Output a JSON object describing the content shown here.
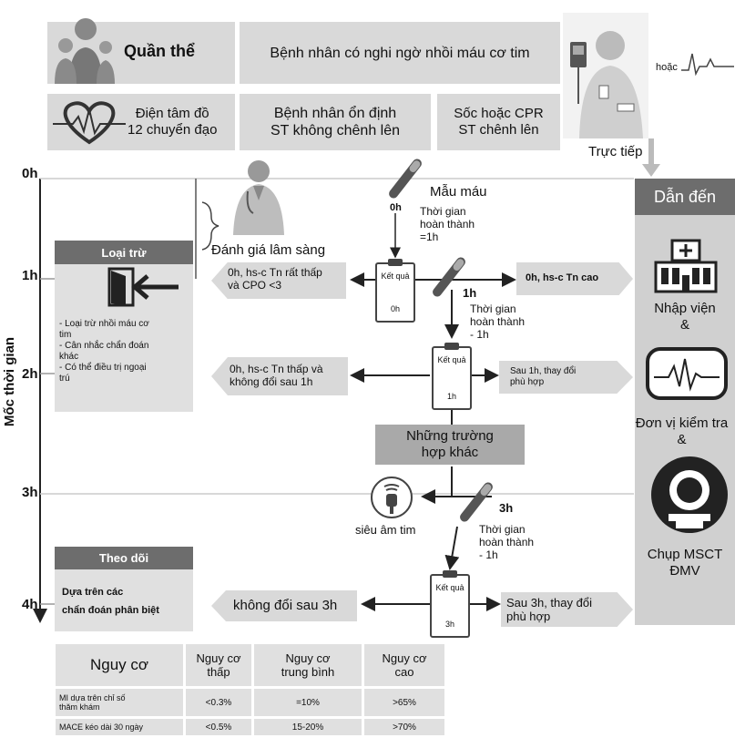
{
  "header": {
    "population_label": "Quần thể",
    "population_desc": "Bệnh nhân có nghi ngờ nhồi máu cơ tim",
    "or_label": "hoặc",
    "ecg_label": "Điện tâm đồ\n12 chuyển đạo",
    "stable_label": "Bệnh nhân ổn định\nST không chênh lên",
    "shock_label": "Sốc hoặc CPR\nST chênh lên",
    "direct_label": "Trực tiếp"
  },
  "timeline": {
    "axis_label": "Mốc thời gian",
    "ticks": [
      "0h",
      "1h",
      "2h",
      "3h",
      "4h"
    ]
  },
  "flow": {
    "blood_sample": "Mẫu máu",
    "t0": "0h",
    "completion_time_0": "Thời gian\nhoàn thành\n=1h",
    "clinical_eval": "Đánh giá lâm sàng",
    "result_label": "Kết quả",
    "result_0h": "0h",
    "result_1h": "1h",
    "result_3h": "3h",
    "t1": "1h",
    "completion_time_1": "Thời gian\nhoàn thành\n- 1h",
    "t3": "3h",
    "completion_time_3": "Thời gian\nhoàn thành\n- 1h",
    "left_1h": "0h, hs-c Tn rất thấp\nvà CPO <3",
    "right_1h": "0h, hs-c Tn cao",
    "left_2h": "0h, hs-c Tn thấp và\nkhông đổi sau 1h",
    "right_2h": "Sau 1h, thay đổi\nphù hợp",
    "other_cases": "Những trường\nhợp khác",
    "echo": "siêu âm tim",
    "left_4h": "không đổi sau 3h",
    "right_4h": "Sau 3h, thay đổi\nphù hợp"
  },
  "rule_out": {
    "title": "Loại trừ",
    "bullets": "- Loại trừ nhồi máu cơ\ntim\n- Cân nhắc chẩn đoán\nkhác\n- Có thể điều trị ngoại\ntrú"
  },
  "follow_up": {
    "title": "Theo dõi",
    "desc": "Dựa trên các\nchẩn đoán phân biệt"
  },
  "lead_to": {
    "title": "Dẫn đến",
    "admit": "Nhập viện\n&",
    "monitor_unit": "Đơn vị kiểm tra\n&",
    "msct": "Chụp MSCT\nĐMV"
  },
  "risk_table": {
    "headers": [
      "Nguy cơ",
      "Nguy cơ\nthấp",
      "Nguy cơ\ntrung bình",
      "Nguy cơ\ncao"
    ],
    "rows": [
      [
        "MI dựa trên chỉ số\nthăm khám",
        "<0.3%",
        "=10%",
        ">65%"
      ],
      [
        "MACE kéo dài 30 ngày",
        "<0.5%",
        "15-20%",
        ">70%"
      ]
    ]
  }
}
